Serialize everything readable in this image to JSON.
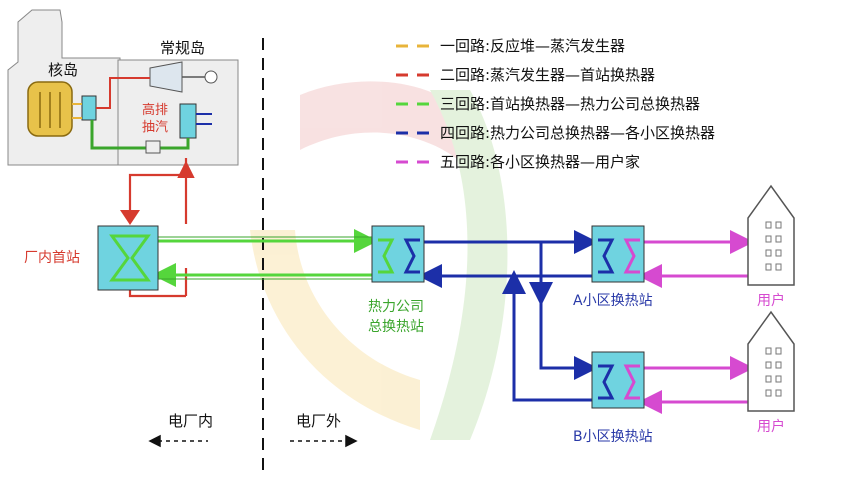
{
  "labels": {
    "nuclear_island": "核岛",
    "conventional_island": "常规岛",
    "high_exhaust_line1": "高排",
    "high_exhaust_line2": "抽汽",
    "plant_first_station": "厂内首站",
    "heat_company_line1": "热力公司",
    "heat_company_line2": "总换热站",
    "station_a": "A小区换热站",
    "station_b": "B小区换热站",
    "user_a": "用户",
    "user_b": "用户",
    "inside_plant": "电厂内",
    "outside_plant": "电厂外"
  },
  "legend": [
    {
      "text": "一回路:反应堆—蒸汽发生器",
      "color": "#e8b43a"
    },
    {
      "text": "二回路:蒸汽发生器—首站换热器",
      "color": "#d63a2e"
    },
    {
      "text": "三回路:首站换热器—热力公司总换热器",
      "color": "#55d63c"
    },
    {
      "text": "四回路:热力公司总换热器—各小区换热器",
      "color": "#1c2fa8"
    },
    {
      "text": "五回路:各小区换热器—用户家",
      "color": "#d64ad0"
    }
  ],
  "colors": {
    "red_label": "#d63a2e",
    "green_label": "#3aa52c",
    "blue_label": "#2a3aa8",
    "magenta_label": "#d64ad0",
    "exchanger_fill": "#6fd3e0"
  }
}
